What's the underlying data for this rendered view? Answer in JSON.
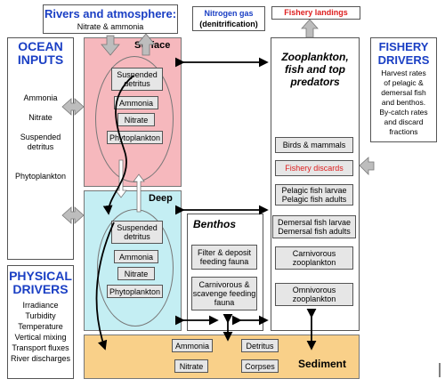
{
  "colors": {
    "surface_fill": "#f6b8bd",
    "deep_fill": "#c4eef3",
    "sediment_fill": "#f9d089",
    "title_blue": "#1a3fc4",
    "discards_red": "#dd1f1f"
  },
  "top": {
    "rivers_title": "Rivers and atmosphere:",
    "rivers_sub": "Nitrate & ammonia",
    "nitrogen_title": "Nitrogen gas",
    "nitrogen_sub": "(denitrification)",
    "fishery_landings": "Fishery landings"
  },
  "ocean_inputs": {
    "title_line1": "OCEAN",
    "title_line2": "INPUTS",
    "items": [
      "Ammonia",
      "Nitrate",
      "Suspended detritus",
      "Phytoplankton"
    ]
  },
  "physical_drivers": {
    "title_line1": "PHYSICAL",
    "title_line2": "DRIVERS",
    "items": [
      "Irradiance",
      "Turbidity",
      "Temperature",
      "Vertical mixing",
      "Transport fluxes",
      "River discharges"
    ]
  },
  "surface": {
    "label": "Surface",
    "boxes": [
      "Suspended detritus",
      "Ammonia",
      "Nitrate",
      "Phytoplankton"
    ]
  },
  "deep": {
    "label": "Deep",
    "boxes": [
      "Suspended detritus",
      "Ammonia",
      "Nitrate",
      "Phytoplankton"
    ]
  },
  "zooplankton": {
    "title_line1": "Zooplankton,",
    "title_line2": "fish and top",
    "title_line3": "predators",
    "boxes": {
      "birds": "Birds & mammals",
      "discards": "Fishery discards",
      "pelagic": [
        "Pelagic fish larvae",
        "Pelagic fish adults"
      ],
      "demersal": [
        "Demersal fish larvae",
        "Demersal fish adults"
      ],
      "carnivorous_line1": "Carnivorous",
      "carnivorous_line2": "zooplankton",
      "omnivorous_line1": "Omnivorous",
      "omnivorous_line2": "zooplankton"
    }
  },
  "benthos": {
    "title": "Benthos",
    "boxes": [
      [
        "Filter & deposit",
        "feeding fauna"
      ],
      [
        "Carnivorous &",
        "scavenge feeding",
        "fauna"
      ]
    ]
  },
  "sediment": {
    "label": "Sediment",
    "boxes": [
      "Ammonia",
      "Nitrate",
      "Detritus",
      "Corpses"
    ]
  },
  "fishery_drivers": {
    "title_line1": "FISHERY",
    "title_line2": "DRIVERS",
    "lines": [
      "Harvest rates",
      "of pelagic &",
      "demersal fish",
      "and benthos.",
      "By-catch rates",
      "and discard",
      "fractions"
    ]
  }
}
